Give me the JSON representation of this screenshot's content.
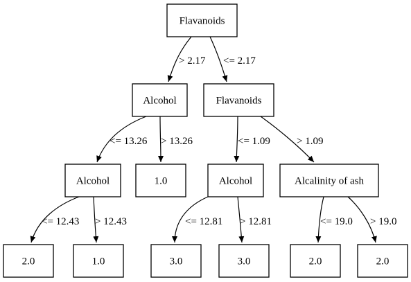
{
  "tree": {
    "nodes": [
      {
        "id": "n0",
        "label": "Flavanoids"
      },
      {
        "id": "n1",
        "label": "Alcohol"
      },
      {
        "id": "n2",
        "label": "Flavanoids"
      },
      {
        "id": "n3",
        "label": "Alcohol"
      },
      {
        "id": "n4",
        "label": "1.0"
      },
      {
        "id": "n5",
        "label": "Alcohol"
      },
      {
        "id": "n6",
        "label": "Alcalinity of ash"
      },
      {
        "id": "n7",
        "label": "2.0"
      },
      {
        "id": "n8",
        "label": "1.0"
      },
      {
        "id": "n9",
        "label": "3.0"
      },
      {
        "id": "n10",
        "label": "3.0"
      },
      {
        "id": "n11",
        "label": "2.0"
      },
      {
        "id": "n12",
        "label": "2.0"
      }
    ],
    "edges": [
      {
        "from": "n0",
        "to": "n1",
        "label": "> 2.17"
      },
      {
        "from": "n0",
        "to": "n2",
        "label": "<= 2.17"
      },
      {
        "from": "n1",
        "to": "n3",
        "label": "<= 13.26"
      },
      {
        "from": "n1",
        "to": "n4",
        "label": "> 13.26"
      },
      {
        "from": "n2",
        "to": "n5",
        "label": "<= 1.09"
      },
      {
        "from": "n2",
        "to": "n6",
        "label": "> 1.09"
      },
      {
        "from": "n3",
        "to": "n7",
        "label": "<= 12.43"
      },
      {
        "from": "n3",
        "to": "n8",
        "label": "> 12.43"
      },
      {
        "from": "n5",
        "to": "n9",
        "label": "<= 12.81"
      },
      {
        "from": "n5",
        "to": "n10",
        "label": "> 12.81"
      },
      {
        "from": "n6",
        "to": "n11",
        "label": "<= 19.0"
      },
      {
        "from": "n6",
        "to": "n12",
        "label": "> 19.0"
      }
    ]
  }
}
